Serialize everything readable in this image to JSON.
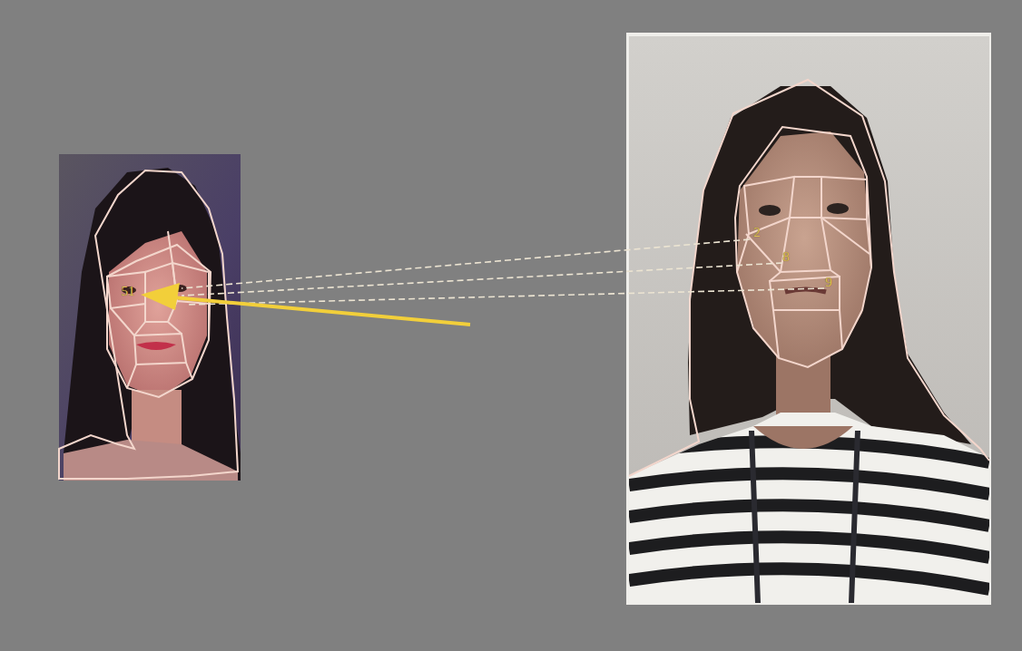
{
  "diagram": {
    "labels": [
      "2",
      "8",
      "9",
      "51"
    ]
  }
}
